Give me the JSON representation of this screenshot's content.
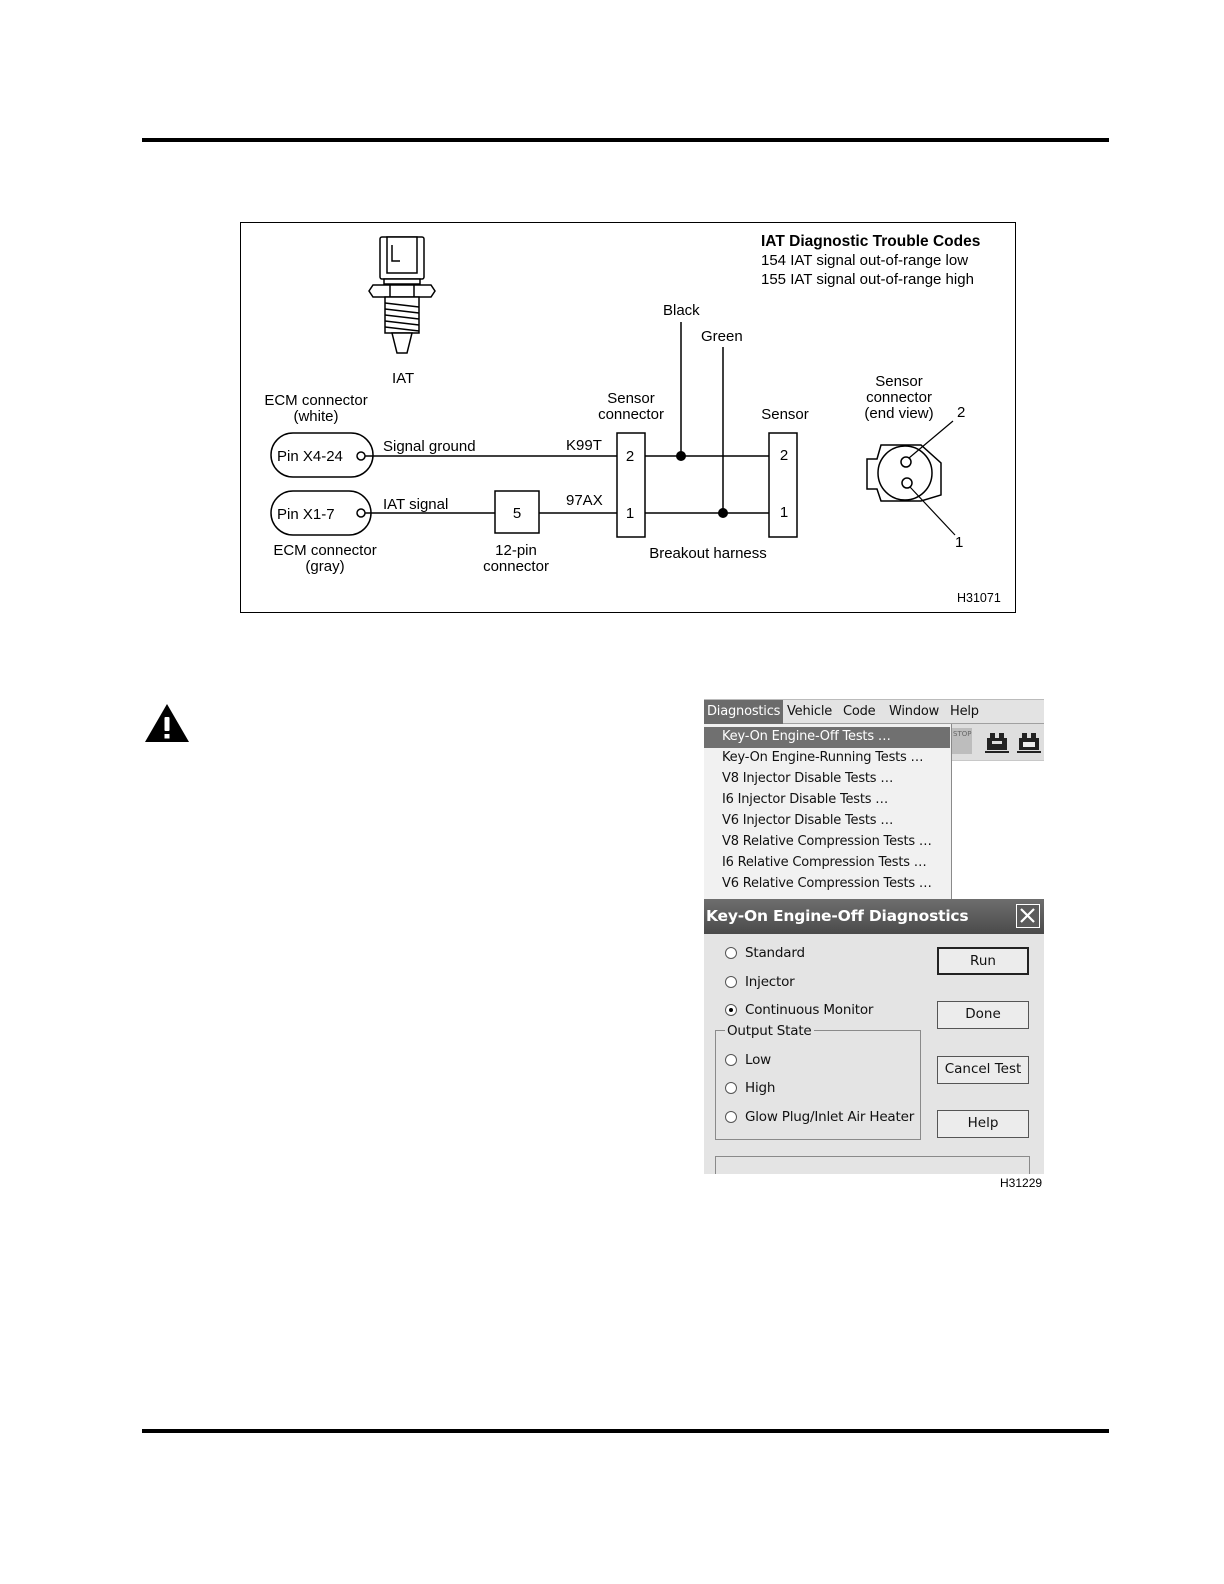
{
  "diagram": {
    "dtc_title": "IAT Diagnostic Trouble Codes",
    "dtc_lines": [
      "154 IAT signal out-of-range low",
      "155 IAT signal out-of-range high"
    ],
    "iat_label": "IAT",
    "black_label": "Black",
    "green_label": "Green",
    "ecm_white_line1": "ECM connector",
    "ecm_white_line2": "(white)",
    "ecm_gray_line1": "ECM connector",
    "ecm_gray_line2": "(gray)",
    "pin_top": "Pin X4-24",
    "pin_bottom": "Pin X1-7",
    "signal_ground": "Signal ground",
    "iat_signal": "IAT signal",
    "wire_k99t": "K99T",
    "wire_97ax": "97AX",
    "connector_pin": "5",
    "twelve_pin_line1": "12-pin",
    "twelve_pin_line2": "connector",
    "sensor_connector_line1": "Sensor",
    "sensor_connector_line2": "connector",
    "sensor_label": "Sensor",
    "pin2": "2",
    "pin1": "1",
    "breakout": "Breakout harness",
    "end_view_line1": "Sensor",
    "end_view_line2": "connector",
    "end_view_line3": "(end view)",
    "figure_id": "H31071"
  },
  "screenshot": {
    "menu": [
      "Diagnostics",
      "Vehicle",
      "Code",
      "Window",
      "Help"
    ],
    "dropdown_items": [
      "Key-On Engine-Off Tests …",
      "Key-On Engine-Running Tests …",
      "V8 Injector Disable Tests …",
      "I6 Injector Disable Tests …",
      "V6 Injector Disable Tests …",
      "V8 Relative Compression Tests …",
      "I6 Relative Compression Tests …",
      "V6 Relative Compression Tests …"
    ],
    "dialog_title": "Key-On Engine-Off Diagnostics",
    "radio_options": [
      "Standard",
      "Injector",
      "Continuous Monitor"
    ],
    "selected_option": "Continuous Monitor",
    "output_state_label": "Output State",
    "output_options": [
      "Low",
      "High",
      "Glow Plug/Inlet Air Heater"
    ],
    "buttons": {
      "run": "Run",
      "done": "Done",
      "cancel": "Cancel Test",
      "help": "Help"
    },
    "toolbar_stop": "STOP",
    "figure_id": "H31229"
  }
}
